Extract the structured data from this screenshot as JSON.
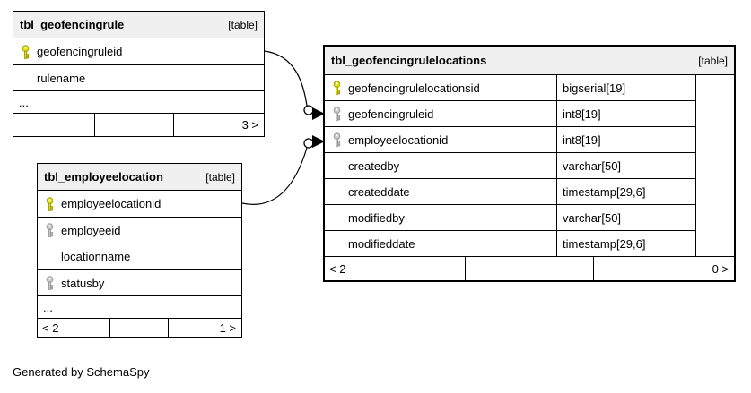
{
  "canvas": {
    "caption": "Generated by SchemaSpy"
  },
  "colors": {
    "header-bg": "#f0f0f0",
    "key-primary": "#e6e600",
    "key-index": "#cccccc"
  },
  "tables": {
    "geofencingrule": {
      "name": "tbl_geofencingrule",
      "badge": "[table]",
      "rows": [
        {
          "name": "geofencingruleid",
          "key": "primary"
        },
        {
          "name": "rulename",
          "key": ""
        },
        {
          "name": "...",
          "key": ""
        }
      ],
      "footer": {
        "left": "",
        "mid": "",
        "right": "3 >"
      }
    },
    "employeelocation": {
      "name": "tbl_employeelocation",
      "badge": "[table]",
      "rows": [
        {
          "name": "employeelocationid",
          "key": "primary"
        },
        {
          "name": "employeeid",
          "key": "index"
        },
        {
          "name": "locationname",
          "key": ""
        },
        {
          "name": "statusby",
          "key": "index"
        },
        {
          "name": "...",
          "key": ""
        }
      ],
      "footer": {
        "left": "< 2",
        "mid": "",
        "right": "1 >"
      }
    },
    "geofencingrulelocations": {
      "name": "tbl_geofencingrulelocations",
      "badge": "[table]",
      "rows": [
        {
          "name": "geofencingrulelocationsid",
          "type": "bigserial[19]",
          "key": "primary"
        },
        {
          "name": "geofencingruleid",
          "type": "int8[19]",
          "key": "index"
        },
        {
          "name": "employeelocationid",
          "type": "int8[19]",
          "key": "index"
        },
        {
          "name": "createdby",
          "type": "varchar[50]",
          "key": ""
        },
        {
          "name": "createddate",
          "type": "timestamp[29,6]",
          "key": ""
        },
        {
          "name": "modifiedby",
          "type": "varchar[50]",
          "key": ""
        },
        {
          "name": "modifieddate",
          "type": "timestamp[29,6]",
          "key": ""
        }
      ],
      "footer": {
        "left": "< 2",
        "mid": "",
        "right": "0 >"
      }
    }
  },
  "relationships": [
    {
      "from": "tbl_geofencingrule.geofencingruleid",
      "to": "tbl_geofencingrulelocations.geofencingruleid"
    },
    {
      "from": "tbl_employeelocation.employeelocationid",
      "to": "tbl_geofencingrulelocations.employeelocationid"
    }
  ]
}
